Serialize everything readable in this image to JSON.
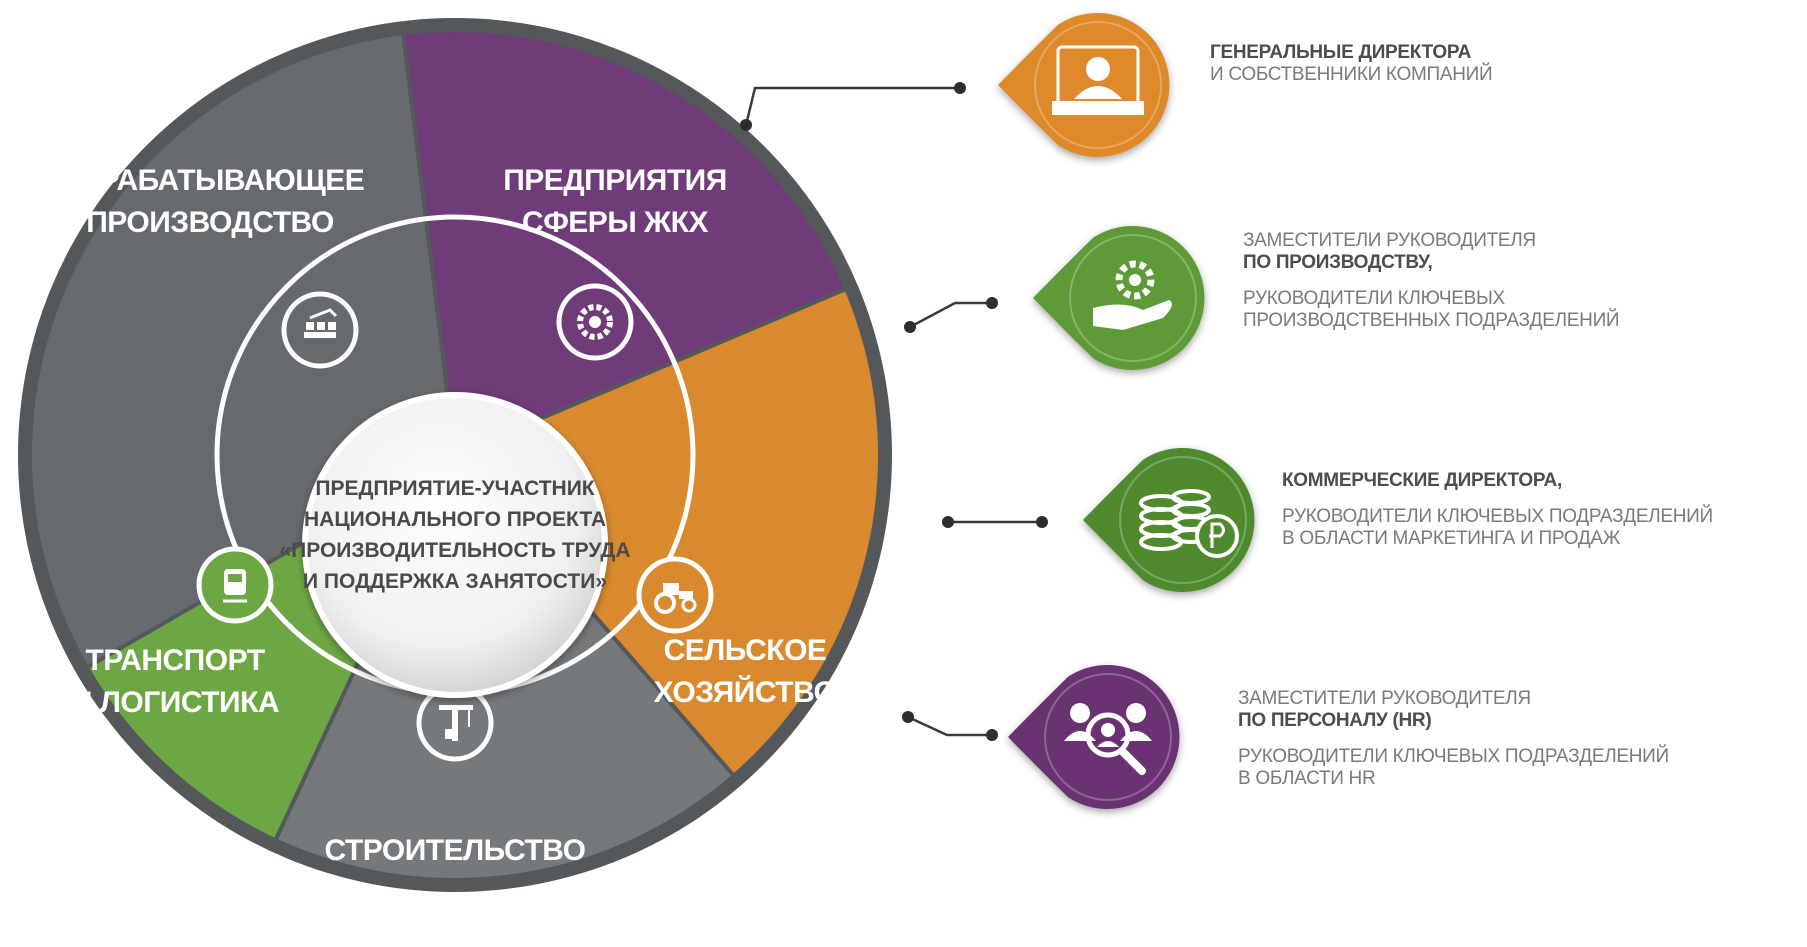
{
  "wheel": {
    "center_lines": [
      "ПРЕДПРИЯТИЕ-УЧАСТНИК",
      "НАЦИОНАЛЬНОГО ПРОЕКТА",
      "«ПРОИЗВОДИТЕЛЬНОСТЬ ТРУДА",
      "И ПОДДЕРЖКА ЗАНЯТОСТИ»"
    ],
    "segments": [
      {
        "id": "manufacturing",
        "lines": [
          "ОБРАБАТЫВАЮЩЕЕ",
          "ПРОИЗВОДСТВО"
        ],
        "color": "#666a6e",
        "icon": "factory-conveyor-icon"
      },
      {
        "id": "housing",
        "lines": [
          "ПРЕДПРИЯТИЯ",
          "СФЕРЫ ЖКХ"
        ],
        "color": "#6f3b78",
        "icon": "gear-wrench-icon"
      },
      {
        "id": "agriculture",
        "lines": [
          "СЕЛЬСКОЕ",
          "ХОЗЯЙСТВО"
        ],
        "color": "#d98a2e",
        "icon": "tractor-icon"
      },
      {
        "id": "construction",
        "lines": [
          "СТРОИТЕЛЬСТВО"
        ],
        "color": "#76797c",
        "icon": "crane-icon"
      },
      {
        "id": "transport",
        "lines": [
          "ТРАНСПОРТ",
          "И ЛОГИСТИКА"
        ],
        "color": "#6da744",
        "icon": "train-icon"
      }
    ]
  },
  "roles": [
    {
      "id": "ceo",
      "color": "#de8a2a",
      "icon": "executive-icon",
      "lines": [
        {
          "text": "ГЕНЕРАЛЬНЫЕ ДИРЕКТОРА",
          "bold": true
        },
        {
          "text": "И СОБСТВЕННИКИ КОМПАНИЙ",
          "bold": false
        }
      ]
    },
    {
      "id": "production",
      "color": "#5f9a38",
      "icon": "gear-hand-icon",
      "lines": [
        {
          "text": "ЗАМЕСТИТЕЛИ РУКОВОДИТЕЛЯ",
          "bold": false
        },
        {
          "text": "ПО ПРОИЗВОДСТВУ,",
          "bold": true
        },
        {
          "text": "",
          "bold": false
        },
        {
          "text": "РУКОВОДИТЕЛИ КЛЮЧЕВЫХ",
          "bold": false
        },
        {
          "text": "ПРОИЗВОДСТВЕННЫХ ПОДРАЗДЕЛЕНИЙ",
          "bold": false
        }
      ]
    },
    {
      "id": "commercial",
      "color": "#4f8a2e",
      "icon": "coins-ruble-icon",
      "lines": [
        {
          "text": "КОММЕРЧЕСКИЕ ДИРЕКТОРА,",
          "bold": true
        },
        {
          "text": "",
          "bold": false
        },
        {
          "text": "РУКОВОДИТЕЛИ КЛЮЧЕВЫХ ПОДРАЗДЕЛЕНИЙ",
          "bold": false
        },
        {
          "text": "В ОБЛАСТИ МАРКЕТИНГА И ПРОДАЖ",
          "bold": false
        }
      ]
    },
    {
      "id": "hr",
      "color": "#6a3373",
      "icon": "people-search-icon",
      "lines": [
        {
          "text": "ЗАМЕСТИТЕЛИ РУКОВОДИТЕЛЯ",
          "bold": false
        },
        {
          "text": "ПО ПЕРСОНАЛУ (HR)",
          "bold": true
        },
        {
          "text": "",
          "bold": false
        },
        {
          "text": "РУКОВОДИТЕЛИ КЛЮЧЕВЫХ ПОДРАЗДЕЛЕНИЙ",
          "bold": false
        },
        {
          "text": "В ОБЛАСТИ HR",
          "bold": false
        }
      ]
    }
  ]
}
